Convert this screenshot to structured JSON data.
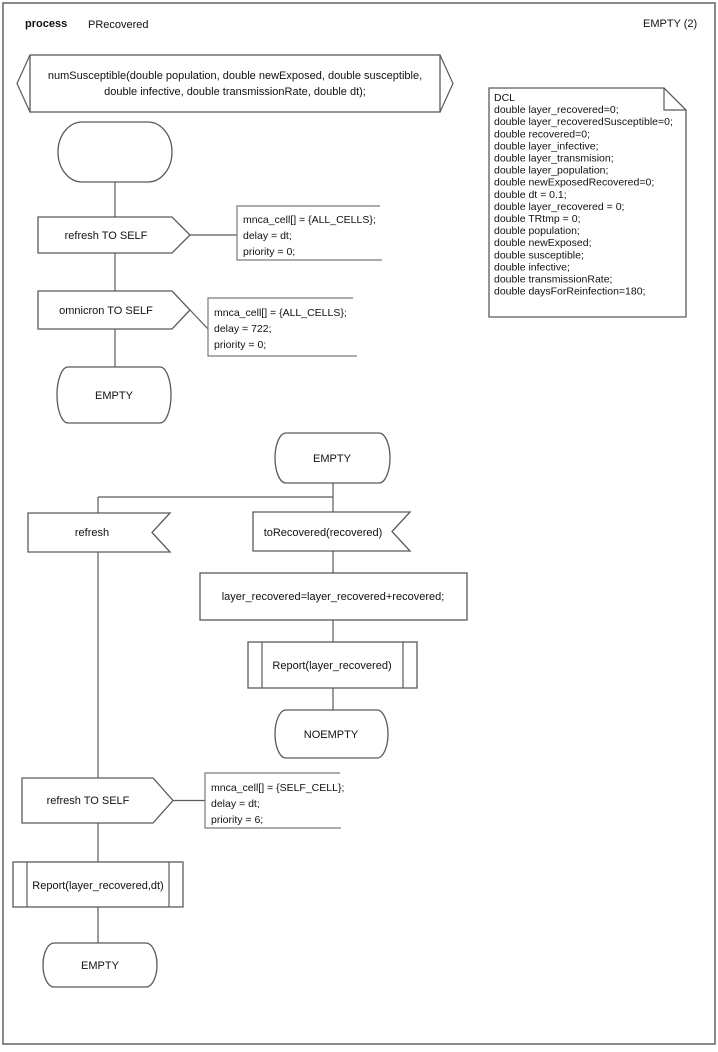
{
  "header": {
    "kind": "process",
    "name": "PRecovered",
    "page": "EMPTY (2)"
  },
  "signature": {
    "line1": "numSusceptible(double population, double newExposed, double susceptible,",
    "line2": "double infective, double transmissionRate, double dt);"
  },
  "dcl": {
    "lines": [
      "DCL",
      "double layer_recovered=0;",
      "double layer_recoveredSusceptible=0;",
      "double recovered=0;",
      "double layer_infective;",
      "double layer_transmision;",
      "double layer_population;",
      "double newExposedRecovered=0;",
      "double dt = 0.1;",
      "double layer_recovered = 0;",
      "double TRtmp = 0;",
      "double population;",
      "double newExposed;",
      "double susceptible;",
      "double infective;",
      "double transmissionRate;",
      "double daysForReinfection=180;"
    ]
  },
  "flow1": {
    "output_refresh": "refresh TO SELF",
    "note_refresh": [
      "mnca_cell[] = {ALL_CELLS};",
      "delay = dt;",
      "priority = 0;"
    ],
    "output_omnicron": "omnicron TO SELF",
    "note_omnicron": [
      "mnca_cell[] = {ALL_CELLS};",
      "delay = 722;",
      "priority = 0;"
    ],
    "end_state": "EMPTY"
  },
  "flow2": {
    "top_state": "EMPTY",
    "input_refresh": "refresh",
    "input_torecovered": "toRecovered(recovered)",
    "task": "layer_recovered=layer_recovered+recovered;",
    "call_report": "Report(layer_recovered)",
    "mid_state": "NOEMPTY",
    "output_refresh_self": "refresh TO SELF",
    "note_refresh_self": [
      "mnca_cell[] = {SELF_CELL};",
      "delay = dt;",
      "priority = 6;"
    ],
    "call_report_dt": "Report(layer_recovered,dt)",
    "end_state": "EMPTY"
  }
}
